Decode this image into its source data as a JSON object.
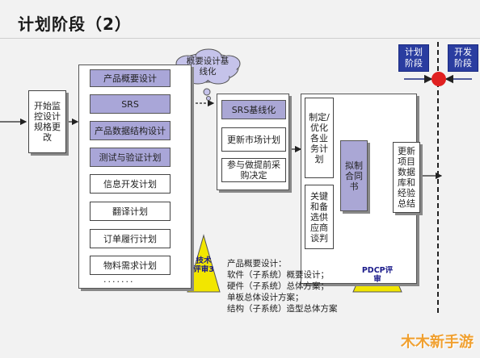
{
  "title": "计划阶段（2）",
  "start_box": "开始监控设计规格更改",
  "cloud": "概要设计基线化",
  "plans": [
    "产品概要设计",
    "SRS",
    "产品数据结构设计",
    "测试与验证计划",
    "信息开发计划",
    "翻译计划",
    "订单履行计划",
    "物料需求计划"
  ],
  "plans_more": "·······",
  "triangle_left": "技术评审3",
  "srs_baseline": "SRS基线化",
  "update_plan": "更新市场计划",
  "procurement": "参与做提前采购决定",
  "strategy": "制定/优化各业务计划",
  "supplier": "关键和备选供应商谈判",
  "contract": "拟制合同书",
  "update_db": "更新项目数据库和经验总结",
  "triangle_right": "PDCP评审",
  "tag_plan": "计划阶段",
  "tag_dev": "开发阶段",
  "notes": [
    "产品概要设计：",
    "软件（子系统）概要设计；",
    "硬件（子系统）总体方案；",
    "单板总体设计方案；",
    "结构（子系统）造型总体方案"
  ],
  "watermark": "木木新手游",
  "colors": {
    "purple": "#a9a6d8",
    "tag_blue": "#2a3da0",
    "marker_red": "#e02020",
    "triangle_yellow": "#f2e600"
  }
}
